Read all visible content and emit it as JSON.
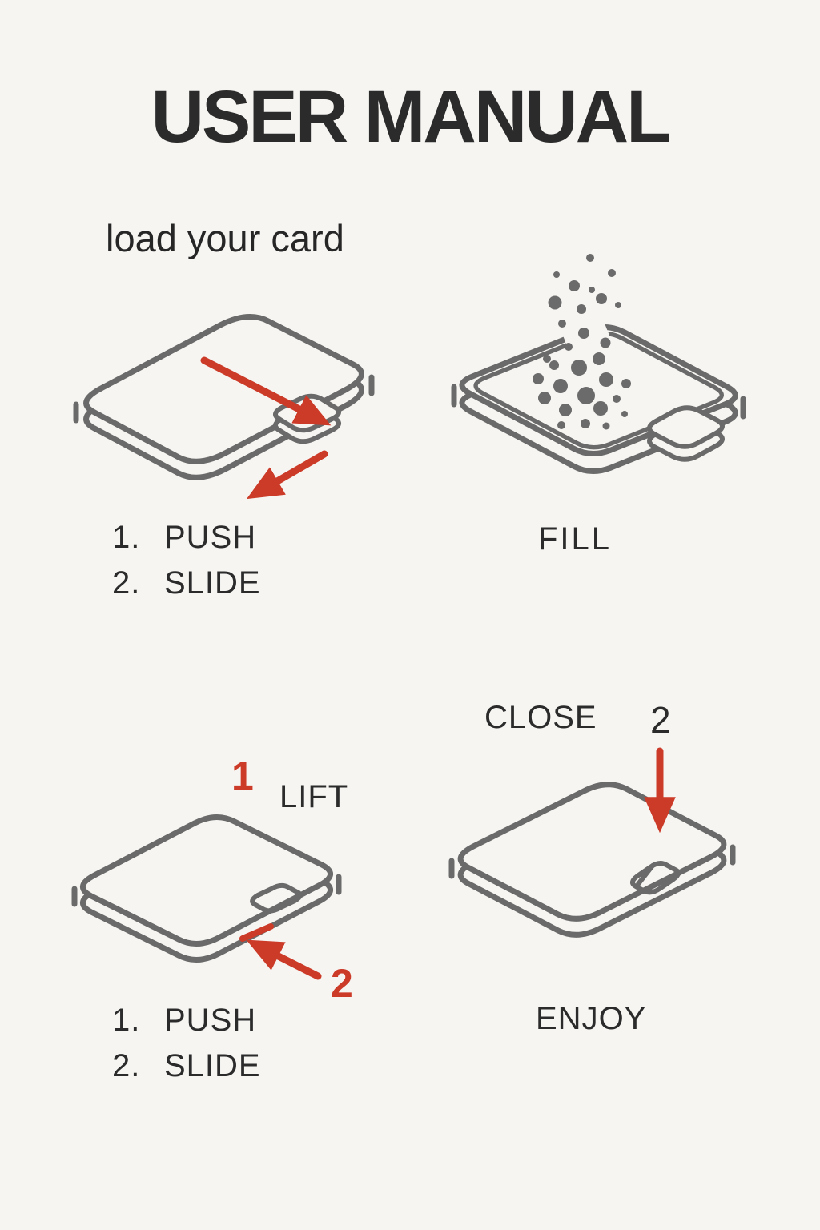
{
  "title": "USER MANUAL",
  "subtitle": "load your card",
  "colors": {
    "background": "#f6f5f2",
    "line_gray": "#6a6a6a",
    "accent_red": "#cc3a28",
    "text_dark": "#2b2b2b"
  },
  "panel_load": {
    "steps": [
      {
        "num": "1.",
        "label": "PUSH"
      },
      {
        "num": "2.",
        "label": "SLIDE"
      }
    ]
  },
  "panel_fill": {
    "caption": "FILL"
  },
  "panel_open": {
    "marker_1": "1",
    "lift_label": "LIFT",
    "marker_2": "2",
    "steps": [
      {
        "num": "1.",
        "label": "PUSH"
      },
      {
        "num": "2.",
        "label": "SLIDE"
      }
    ]
  },
  "panel_close": {
    "close_label": "CLOSE",
    "marker_2": "2",
    "enjoy_label": "ENJOY"
  }
}
